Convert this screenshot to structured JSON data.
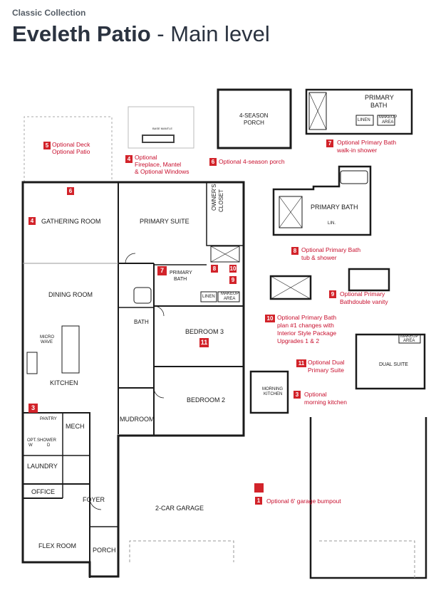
{
  "header": {
    "collection": "Classic Collection",
    "plan_name": "Eveleth Patio",
    "separator": " - ",
    "level": "Main level"
  },
  "rooms": {
    "gathering_room": "GATHERING ROOM",
    "dining_room": "DINING ROOM",
    "kitchen": "KITCHEN",
    "pantry": "PANTRY",
    "mech": "MECH",
    "laundry": "LAUNDRY",
    "office": "OFFICE",
    "foyer": "FOYER",
    "flex_room": "FLEX ROOM",
    "porch": "PORCH",
    "mudroom": "MUDROOM",
    "garage": "2-CAR GARAGE",
    "primary_suite": "PRIMARY SUITE",
    "owners_closet_1": "OWNER'S",
    "owners_closet_2": "CLOSET",
    "primary_bath_1": "PRIMARY",
    "primary_bath_2": "BATH",
    "bath": "BATH",
    "linen": "LINEN",
    "makeup_1": "MAKEUP",
    "makeup_2": "AREA",
    "bedroom3": "BEDROOM 3",
    "bedroom2": "BEDROOM 2",
    "micro_1": "MICRO",
    "micro_2": "WAVE",
    "opt_1": "OPT.",
    "opt_2": "W",
    "opt_3": "SHOWER",
    "opt_4": "D"
  },
  "insets": {
    "porch_1": "4-SEASON",
    "porch_2": "PORCH",
    "fireplace": "BASE MANTLE",
    "bath1_1": "PRIMARY",
    "bath1_2": "BATH",
    "bath1_linen": "LINEN",
    "bath1_makeup_1": "MAKEUP",
    "bath1_makeup_2": "AREA",
    "bath2": "PRIMARY BATH",
    "bath2_lin": "LIN.",
    "dual_suite": "DUAL SUITE",
    "dual_makeup_1": "MAKEUP",
    "dual_makeup_2": "AREA",
    "morning_1": "MORNING",
    "morning_2": "KITCHEN"
  },
  "options": [
    {
      "num": "5",
      "lines": [
        "Optional Deck",
        "Optional Patio"
      ]
    },
    {
      "num": "4",
      "lines": [
        "Optional",
        "Fireplace, Mantel",
        "& Optional Windows"
      ]
    },
    {
      "num": "6",
      "lines": [
        "Optional 4-season porch"
      ]
    },
    {
      "num": "7",
      "lines": [
        "Optional Primary Bath",
        "walk-in shower"
      ]
    },
    {
      "num": "8",
      "lines": [
        "Optional Primary Bath",
        "tub & shower"
      ]
    },
    {
      "num": "9",
      "lines": [
        "Optional Primary",
        "Bathdouble vanity"
      ]
    },
    {
      "num": "10",
      "lines": [
        "Optional Primary Bath",
        "plan #1 changes with",
        "Interior Style Package",
        "Upgrades 1 & 2"
      ]
    },
    {
      "num": "11",
      "lines": [
        "Optional Dual",
        "Primary Suite"
      ]
    },
    {
      "num": "3",
      "lines": [
        "Optional",
        "morning kitchen"
      ]
    },
    {
      "num": "1",
      "lines": [
        "Optional 6' garage bumpout"
      ]
    }
  ],
  "plan_badges": {
    "deck": "6",
    "gathering": "4",
    "pantry": "3",
    "primary_bath": "7",
    "shower": "8",
    "tub": "10",
    "vanity": "9",
    "bedroom3": "11"
  },
  "colors": {
    "badge": "#d2232a",
    "option_text": "#c8102e",
    "wall": "#1a1a1a",
    "title": "#2b3340"
  }
}
